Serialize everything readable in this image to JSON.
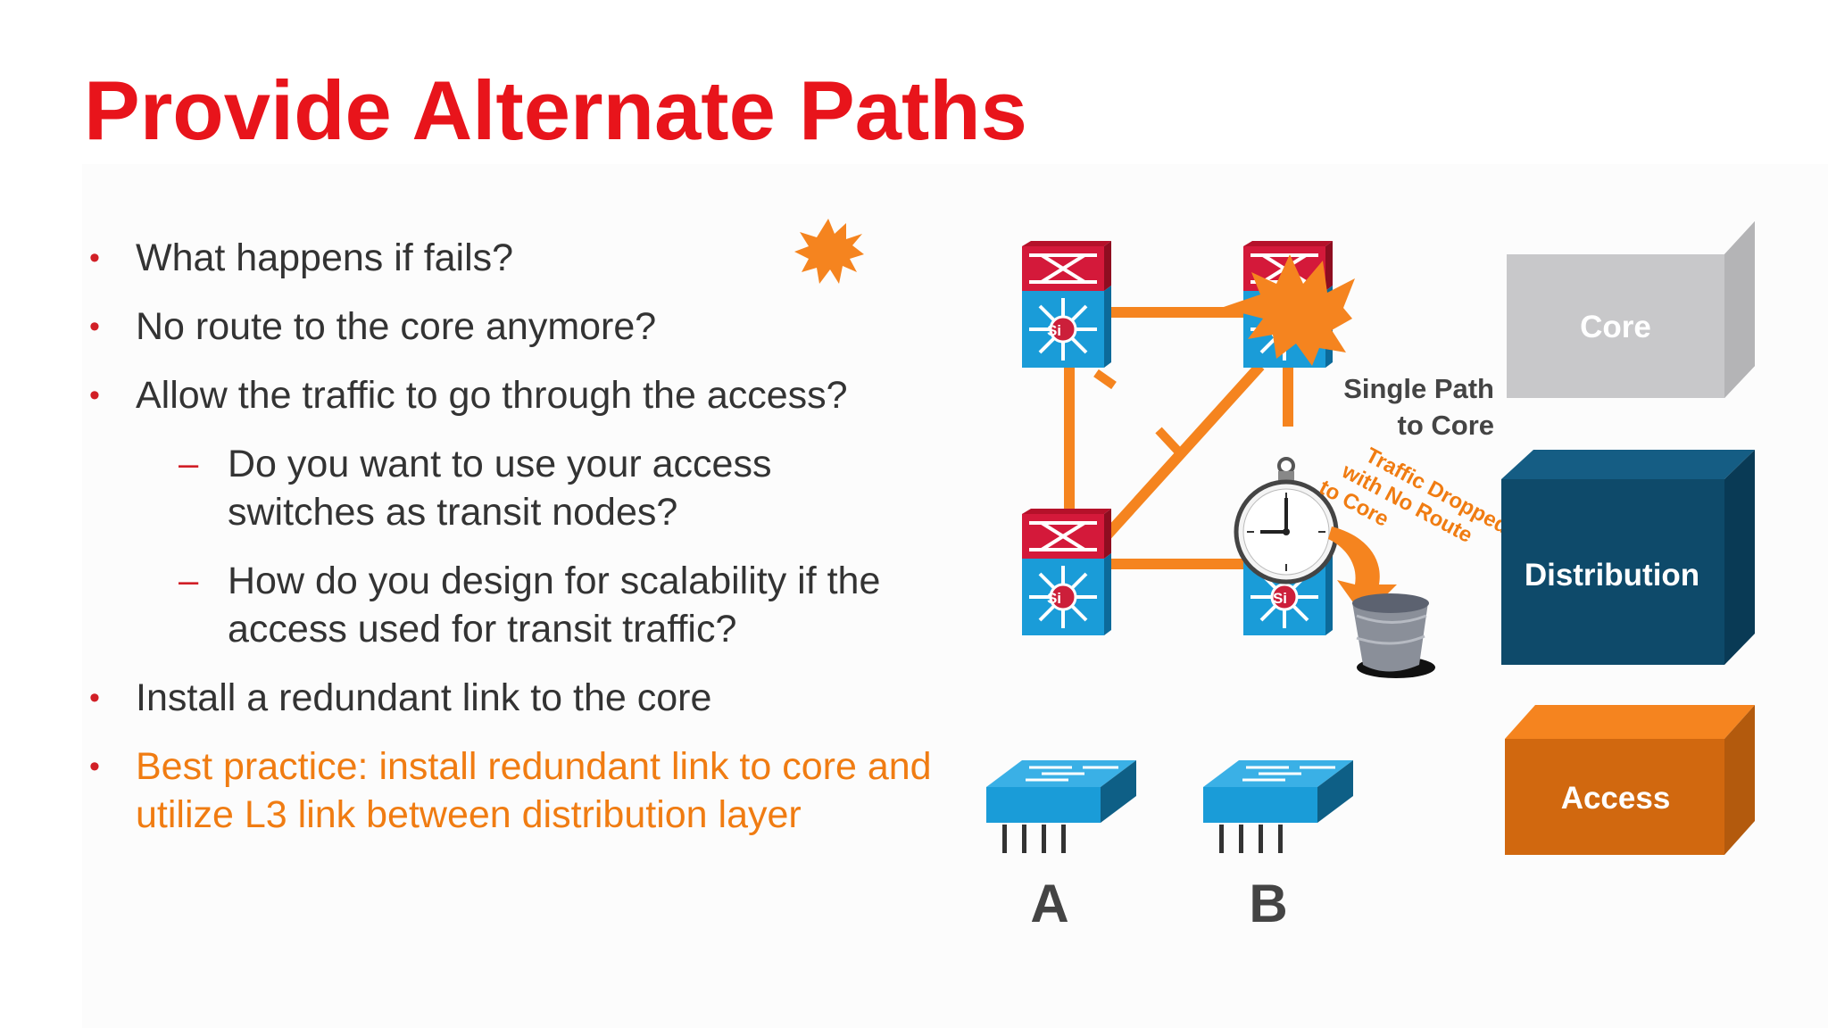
{
  "slide": {
    "title": "Provide Alternate Paths",
    "bullets": [
      {
        "level": 1,
        "text": "What happens if fails?"
      },
      {
        "level": 1,
        "text": "No route to the core anymore?"
      },
      {
        "level": 1,
        "text": "Allow the traffic to go through the access?"
      },
      {
        "level": 2,
        "text": "Do you want to use your access switches as transit nodes?"
      },
      {
        "level": 2,
        "text": "How do you design for scalability if the access used for transit traffic?"
      },
      {
        "level": 1,
        "text": "Install a redundant link to the core"
      },
      {
        "level": 1,
        "text": "Best practice: install redundant link to core and utilize L3 link between distribution layer",
        "highlight": true
      }
    ],
    "bullet_marker": "•",
    "sub_marker": "–"
  },
  "diagram": {
    "single_path_line1": "Single Path",
    "single_path_line2": "to Core",
    "traffic_line1": "Traffic Dropped",
    "traffic_line2": "with No Route",
    "traffic_line3": "to Core",
    "switch_a_label": "A",
    "switch_b_label": "B",
    "si_label": "Si",
    "layers": {
      "core": "Core",
      "distribution": "Distribution",
      "access": "Access"
    }
  },
  "colors": {
    "title": "#e8141b",
    "highlight": "#f07c12",
    "link": "#f5841f",
    "core_box": "#c8c8ca",
    "distribution_box": "#0e4a6a",
    "access_box": "#d1680f"
  }
}
